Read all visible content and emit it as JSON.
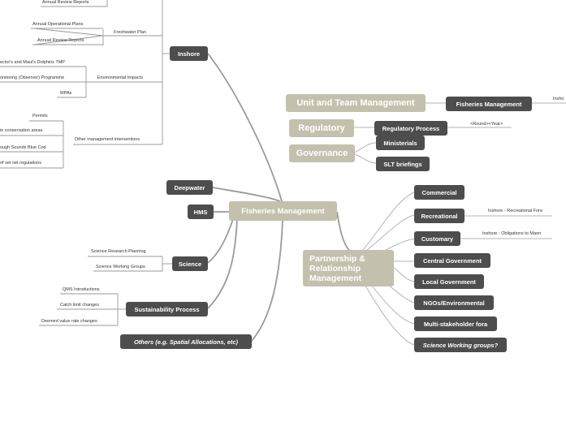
{
  "center": "Fisheries Management",
  "inshore": {
    "label": "Inshore",
    "groups": [
      {
        "label": "",
        "items": [
          "Annual Review Reports"
        ]
      },
      {
        "label": "Freshwater Plan",
        "items": [
          "Annual Operational Plans",
          "Annual Review Reports"
        ]
      },
      {
        "label": "Environmental Impacts",
        "items": [
          "ector's and Maui's Dolphins TMP",
          "onitoring (Observer) Programme",
          "MPAs"
        ]
      },
      {
        "label": "Other management interventions",
        "items": [
          "Permits",
          "in conservation areas",
          "ough Sounds Blue Cod",
          "of set net regulations"
        ]
      }
    ]
  },
  "deepwater": "Deepwater",
  "hms": "HMS",
  "science": {
    "label": "Science",
    "items": [
      "Science Research Planning",
      "Science Working Groups"
    ]
  },
  "sustainability": {
    "label": "Sustainability Process",
    "items": [
      "QMS Introductions",
      "Catch limit changes",
      "Deemed value rate changes"
    ]
  },
  "others": "Others (e.g. Spatial Allocations, etc)",
  "unit_team": {
    "label": "Unit and Team Management",
    "child": "Fisheries Management",
    "leaf": "Insho"
  },
  "regulatory": {
    "label": "Regulatory",
    "child": "Regulatory Process",
    "leaf": "<Round><Year>"
  },
  "governance": {
    "label": "Governance",
    "children": [
      "Ministerials",
      "SLT briefings"
    ]
  },
  "partnership": {
    "label": "Partnership & Relationship Management",
    "children": [
      "Commercial",
      "Recreational",
      "Customary",
      "Central Government",
      "Local Government",
      "NGOs/Environmental",
      "Multi-stakeholder fora",
      "Science Working groups?"
    ],
    "recreational_leaf": "Inshore - Recreational Fora",
    "customary_leaf": "Inshore - Obligations to Maori"
  },
  "colors": {
    "dark_node": "#4d4d4d",
    "light_node": "#c3c0ad",
    "line": "#999999"
  }
}
